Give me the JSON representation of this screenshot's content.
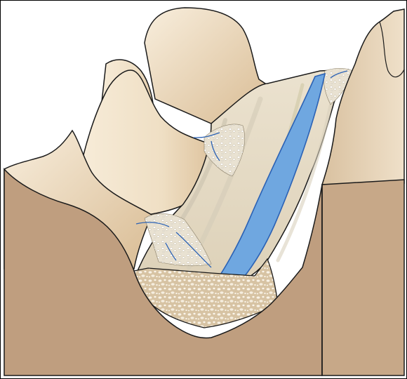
{
  "diagram": {
    "subject": "",
    "colors": {
      "block_side": "#bf9e7f",
      "ridge_light": "#f6ead6",
      "ridge_shade": "#e6cda8",
      "valley_floor": "#ece4d2",
      "gravel": "#e3d2b6",
      "stream": "#6fa7e0",
      "stream_edge": "#2b62b5",
      "outline": "#1a1a1a"
    },
    "icons": [
      "valley-block",
      "stream-channel",
      "talus-cone",
      "gravel-fill"
    ]
  }
}
